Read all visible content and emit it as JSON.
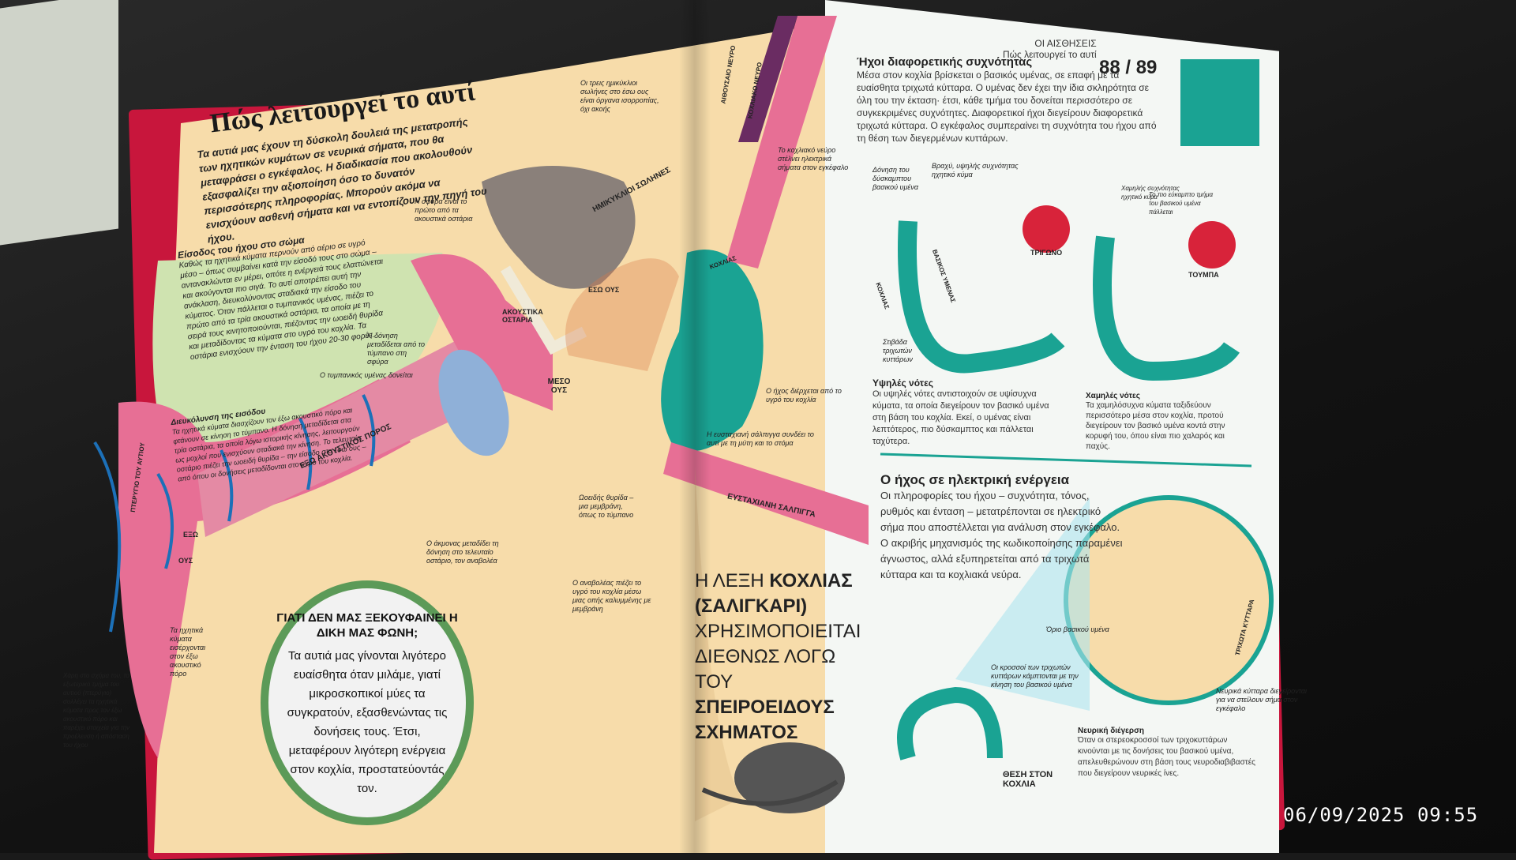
{
  "left_page": {
    "title": "Πώς λειτουργεί το αυτί",
    "intro": "Τα αυτιά μας έχουν τη δύσκολη δουλειά της μετατροπής των ηχητικών κυμάτων σε νευρικά σήματα, που θα μεταφράσει ο εγκέφαλος. Η διαδικασία που ακολουθούν εξασφαλίζει την αξιοποίηση όσο το δυνατόν περισσότερης πληροφορίας. Μπορούν ακόμα να ενισχύουν ασθενή σήματα και να εντοπίζουν την πηγή του ήχου.",
    "section1_title": "Είσοδος του ήχου στο σώμα",
    "section1_text": "Καθώς τα ηχητικά κύματα περνούν από αέριο σε υγρό μέσο – όπως συμβαίνει κατά την είσοδό τους στο σώμα – αντανακλώνται εν μέρει, οπότε η ενέργειά τους ελαττώνεται και ακούγονται πιο σιγά. Το αυτί αποτρέπει αυτή την ανάκλαση, διευκολύνοντας σταδιακά την είσοδο του κύματος. Όταν πάλλεται ο τυμπανικός υμένας, πιέζει το πρώτο από τα τρία ακουστικά οστάρια, τα οποία με τη σειρά τους κινητοποιούνται, πιέζοντας την ωοειδή θυρίδα και μεταδίδοντας τα κύματα στο υγρό του κοχλία. Τα οστάρια ενισχύουν την ένταση του ήχου 20-30 φορές.",
    "section2_title": "Διευκόλυνση της εισόδου",
    "section2_text": "Τα ηχητικά κύματα διασχίζουν τον έξω ακουστικό πόρο και φτάνουν σε κίνηση το τύμπανο. Η δόνηση μεταδίδεται στα τρία οστάρια, τα οποία λόγω ιστορικής κίνησης, λειτουργούν ως μοχλοί που ενισχύουν σταδιακά την κίνηση. Το τελευταίο οστάριο πιέζει την ωοειδή θυρίδα – την είσοδο στο έσω ους – από όπου οι δονήσεις μεταδίδονται στο υγρό του κοχλία.",
    "labels": {
      "hammer": "Η σφύρα είναι το πρώτο από τα ακουστικά οστάρια",
      "canals": "Οι τρεις ημικύκλιοι σωλήνες στο έσω ους είναι όργανα ισορροπίας, όχι ακοής",
      "semicircular": "ΗΜΙΚΥΚΛΙΟΙ ΣΩΛΗΝΕΣ",
      "vestibular_nerve": "ΑΙΘΟΥΣΑΙΟ ΝΕΥΡΟ",
      "cochlear_nerve": "ΚΟΧΛΙΑΚΟ ΝΕΥΡΟ",
      "cochlear_nerve_note": "Το κοχλιακό νεύρο στέλνει ηλεκτρικά σήματα στον εγκέφαλο",
      "ossicles": "ΑΚΟΥΣΤΙΚΑ ΟΣΤΑΡΙΑ",
      "inner_ear": "ΕΣΩ ΟΥΣ",
      "cochlea": "ΚΟΧΛΙΑΣ",
      "vibration": "Η δόνηση μεταδίδεται από το τύμπανο στη σφύρα",
      "eardrum": "Ο τυμπανικός υμένας δονείται",
      "middle_ear": "ΜΕΣΟ ΟΥΣ",
      "fluid": "Ο ήχος διέρχεται από το υγρό του κοχλία",
      "tube_note": "Η ευσταχιανή σάλπιγγα συνδέει το αυτί με τη μύτη και το στόμα",
      "eustachian": "ΕΥΣΤΑΧΙΑΝΗ ΣΑΛΠΙΓΓΑ",
      "canal": "ΕΞΩ ΑΚΟΥΣΤΙΚΟΣ ΠΟΡΟΣ",
      "outer1": "ΕΞΩ",
      "outer2": "ΟΥΣ",
      "pinna": "ΠΤΕΡΥΓΙΟ ΤΟΥ ΑΥΤΙΟΥ",
      "oval_window": "Ωοειδής θυρίδα – μια μεμβράνη, όπως το τύμπανο",
      "anvil": "Ο άκμονας μεταδίδει τη δόνηση στο τελευταίο οστάριο, τον αναβολέα",
      "stirrup": "Ο αναβολέας πιέζει το υγρό του κοχλία μέσω μιας οπής καλυμμένης με μεμβράνη",
      "waves": "Τα ηχητικά κύματα εισέρχονται στον έξω ακουστικό πόρο",
      "pinna_note": "Χάρη στο σχήμα του, το εξωτερικό τμήμα του αυτιού (πτερύγιο) συλλέγει τα ηχητικά κύματα προς τον έξω ακουστικό πόρο και παρέχει στοιχεία για την προέλευση ή απόσταση του ήχου"
    },
    "bubble_question": "ΓΙΑΤΙ ΔΕΝ ΜΑΣ ΞΕΚΟΥΦΑΙΝΕΙ Η ΔΙΚΗ ΜΑΣ ΦΩΝΗ;",
    "bubble_answer": "Τα αυτιά μας γίνονται λιγότερο ευαίσθητα όταν μιλάμε, γιατί μικροσκοπικοί μύες τα συγκρατούν, εξασθενώντας τις δονήσεις τους. Έτσι, μεταφέρουν λιγότερη ενέργεια στον κοχλία, προστατεύοντάς τον.",
    "fact_1": "Η ΛΕΞΗ ",
    "fact_2": "ΚΟΧΛΙΑΣ (ΣΑΛΙΓΚΑΡΙ)",
    "fact_3": "ΧΡΗΣΙΜΟΠΟΙΕΙΤΑΙ ΔΙΕΘΝΩΣ ΛΟΓΩ ΤΟΥ ",
    "fact_4": "ΣΠΕΙΡΟΕΙΔΟΥΣ ΣΧΗΜΑΤΟΣ"
  },
  "right_page": {
    "header_1": "ΟΙ ΑΙΣΘΗΣΕΙΣ",
    "header_2": "Πώς λειτουργεί το αυτί",
    "page_numbers": "88 / 89",
    "sec1_title": "Ήχοι διαφορετικής συχνότητας",
    "sec1_text": "Μέσα στον κοχλία βρίσκεται ο βασικός υμένας, σε επαφή με τα ευαίσθητα τριχωτά κύτταρα. Ο υμένας δεν έχει την ίδια σκληρότητα σε όλη του την έκταση· έτσι, κάθε τμήμα του δονείται περισσότερο σε συγκεκριμένες συχνότητες. Διαφορετικοί ήχοι διεγείρουν διαφορετικά τριχωτά κύτταρα. Ο εγκέφαλος συμπεραίνει τη συχνότητα του ήχου από τη θέση των διεγερμένων κυττάρων.",
    "lbl_vibration": "Δόνηση του δύσκαμπτου βασικού υμένα",
    "lbl_short": "Βραχύ, υψηλής συχνότητας ηχητικό κύμα",
    "lbl_basilar": "ΒΑΣΙΚΟΣ ΥΜΕΝΑΣ",
    "lbl_cochlea": "ΚΟΧΛΙΑΣ",
    "lbl_triangle": "ΤΡΙΓΩΝΟ",
    "lbl_hair_layer": "Στιβάδα τριχωτών κυττάρων",
    "lbl_low": "Χαμηλής συχνότητας ηχητικό κύμα",
    "lbl_flexible": "Το πιο εύκαμπτο τμήμα του βασικού υμένα πάλλεται",
    "lbl_tuba": "ΤΟΥΜΠΑ",
    "high_title": "Υψηλές νότες",
    "high_text": "Οι υψηλές νότες αντιστοιχούν σε υψίσυχνα κύματα, τα οποία διεγείρουν τον βασικό υμένα στη βάση του κοχλία. Εκεί, ο υμένας είναι λεπτότερος, πιο δύσκαμπτος και πάλλεται ταχύτερα.",
    "low_title": "Χαμηλές νότες",
    "low_text": "Τα χαμηλόσυχνα κύματα ταξιδεύουν περισσότερο μέσα στον κοχλία, προτού διεγείρουν τον βασικό υμένα κοντά στην κορυφή του, όπου είναι πιο χαλαρός και παχύς.",
    "sec2_title": "Ο ήχος σε ηλεκτρική ενέργεια",
    "sec2_text": "Οι πληροφορίες του ήχου – συχνότητα, τόνος, ρυθμός και ένταση – μετατρέπονται σε ηλεκτρικό σήμα που αποστέλλεται για ανάλυση στον εγκέφαλο. Ο ακριβής μηχανισμός της κωδικοποίησης παραμένει άγνωστος, αλλά εξυπηρετείται από τα τριχωτά κύτταρα και τα κοχλιακά νεύρα.",
    "lbl_border": "Όριο βασικού υμένα",
    "lbl_tufts": "Οι κροσσοί των τριχωτών κυττάρων κάμπτονται με την κίνηση του βασικού υμένα",
    "lbl_hair": "ΤΡΙΧΩΤΑ ΚΥΤΤΑΡΑ",
    "lbl_nerve": "Νευρικά κύτταρα διεγείρονται για να στείλουν σήμα στον εγκέφαλο",
    "lbl_position": "ΘΕΣΗ ΣΤΟΝ ΚΟΧΛΙΑ",
    "neuro_title": "Νευρική διέγερση",
    "neuro_text": "Όταν οι στερεοκροσσοί των τριχοκυττάρων κινούνται με τις δονήσεις του βασικού υμένα, απελευθερώνουν στη βάση τους νευροδιαβιβαστές που διεγείρουν νευρικές ίνες."
  },
  "timestamp": "06/09/2025 09:55",
  "colors": {
    "left_page": "#f7dcaa",
    "right_page": "#f4f7f4",
    "cover": "#c8163c",
    "teal": "#1aa393",
    "pink": "#e76f95",
    "green": "#5c9a58",
    "blue": "#1c70b8"
  }
}
